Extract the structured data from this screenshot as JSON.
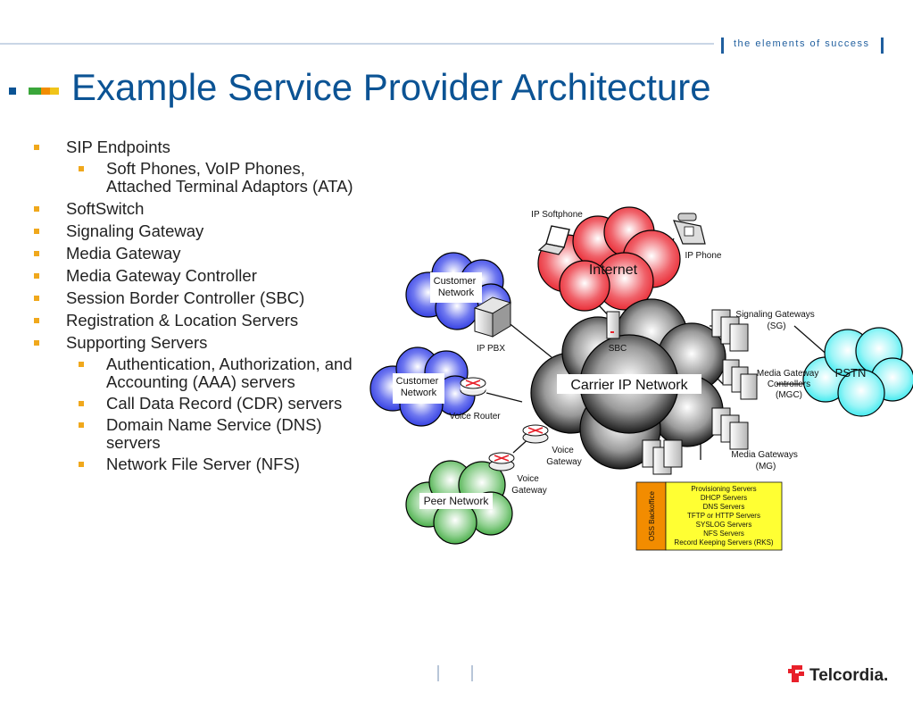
{
  "header": {
    "tagline": "the elements of success"
  },
  "title": "Example Service Provider Architecture",
  "bullets": [
    {
      "text": "SIP Endpoints",
      "children": [
        {
          "text": "Soft Phones, VoIP Phones, Attached Terminal Adaptors (ATA)"
        }
      ]
    },
    {
      "text": "SoftSwitch"
    },
    {
      "text": "Signaling Gateway"
    },
    {
      "text": "Media Gateway"
    },
    {
      "text": "Media Gateway Controller"
    },
    {
      "text": "Session Border Controller (SBC)"
    },
    {
      "text": "Registration & Location Servers"
    },
    {
      "text": "Supporting Servers",
      "children": [
        {
          "text": "Authentication, Authorization, and Accounting (AAA) servers"
        },
        {
          "text": "Call Data Record (CDR) servers"
        },
        {
          "text": "Domain Name Service (DNS) servers"
        },
        {
          "text": "Network File Server (NFS)"
        }
      ]
    }
  ],
  "diagram": {
    "ip_softphone": "IP Softphone",
    "ip_phone": "IP Phone",
    "internet": "Internet",
    "customer_network_1": "Customer Network",
    "customer_network_2": "Customer Network",
    "ip_pbx": "IP PBX",
    "sbc": "SBC",
    "carrier": "Carrier IP Network",
    "signaling_gateways": "Signaling Gateways (SG)",
    "media_gateway_controllers": "Media Gateway Controllers (MGC)",
    "pstn": "PSTN",
    "voice_router": "Voice Router",
    "voice_gateway_1": "Voice Gateway",
    "voice_gateway_2": "Voice Gateway",
    "media_gateways": "Media Gateways (MG)",
    "peer_network": "Peer Network",
    "oss_label": "OSS Backoffice",
    "oss_items": [
      "Provisioning Servers",
      "DHCP Servers",
      "DNS Servers",
      "TFTP or HTTP Servers",
      "SYSLOG Servers",
      "NFS Servers",
      "Record Keeping Servers (RKS)"
    ]
  },
  "footer": {
    "logo": "Telcordia."
  },
  "colors": {
    "title": "#0b5394",
    "bullet": "#f0a81c",
    "internet": "#e8202a",
    "pstn": "#2ee8ee",
    "peer": "#3aa63a",
    "customer": "#2a36e0",
    "oss_label_bg": "#f28c00",
    "oss_box_bg": "#ffff33"
  }
}
